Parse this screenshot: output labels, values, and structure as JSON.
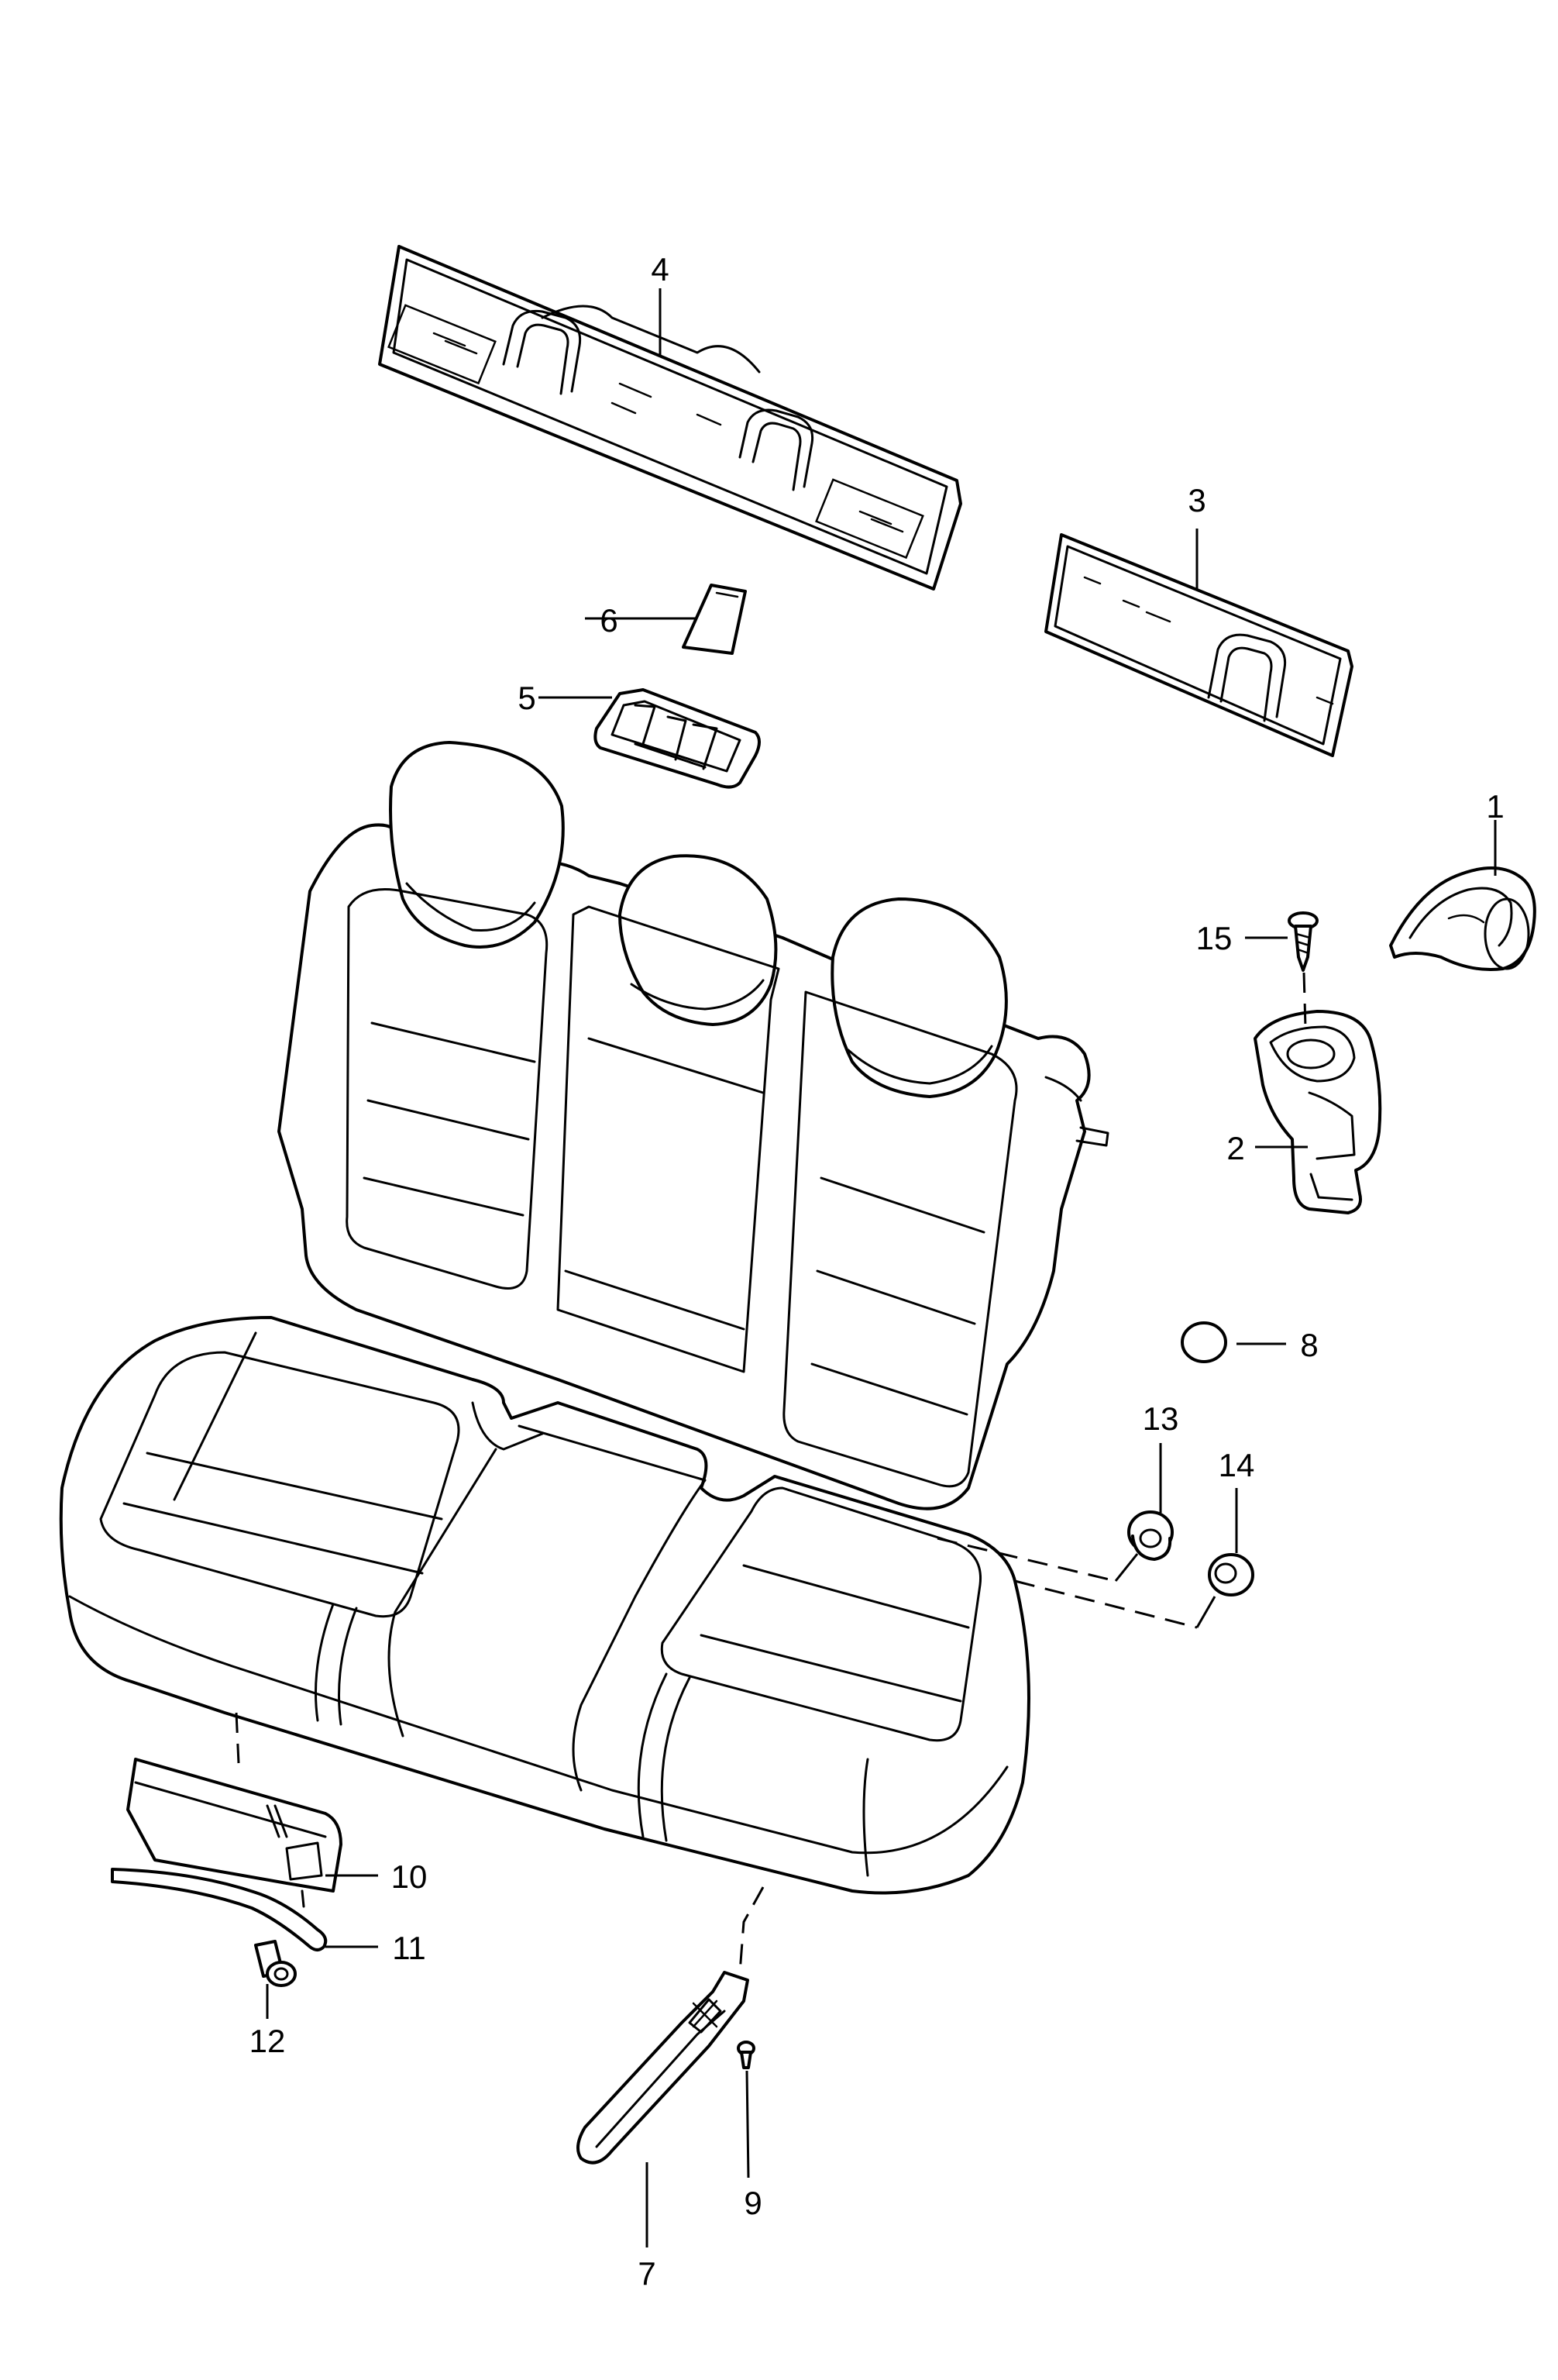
{
  "diagram": {
    "colors": {
      "line": "#000000",
      "background": "#ffffff"
    },
    "callouts": [
      {
        "id": "c1",
        "label": "1"
      },
      {
        "id": "c2",
        "label": "2"
      },
      {
        "id": "c3",
        "label": "3"
      },
      {
        "id": "c4",
        "label": "4"
      },
      {
        "id": "c5",
        "label": "5"
      },
      {
        "id": "c6",
        "label": "6"
      },
      {
        "id": "c7",
        "label": "7"
      },
      {
        "id": "c8",
        "label": "8"
      },
      {
        "id": "c9",
        "label": "9"
      },
      {
        "id": "c10",
        "label": "10"
      },
      {
        "id": "c11",
        "label": "11"
      },
      {
        "id": "c12",
        "label": "12"
      },
      {
        "id": "c13",
        "label": "13"
      },
      {
        "id": "c14",
        "label": "14"
      },
      {
        "id": "c15",
        "label": "15"
      }
    ]
  }
}
